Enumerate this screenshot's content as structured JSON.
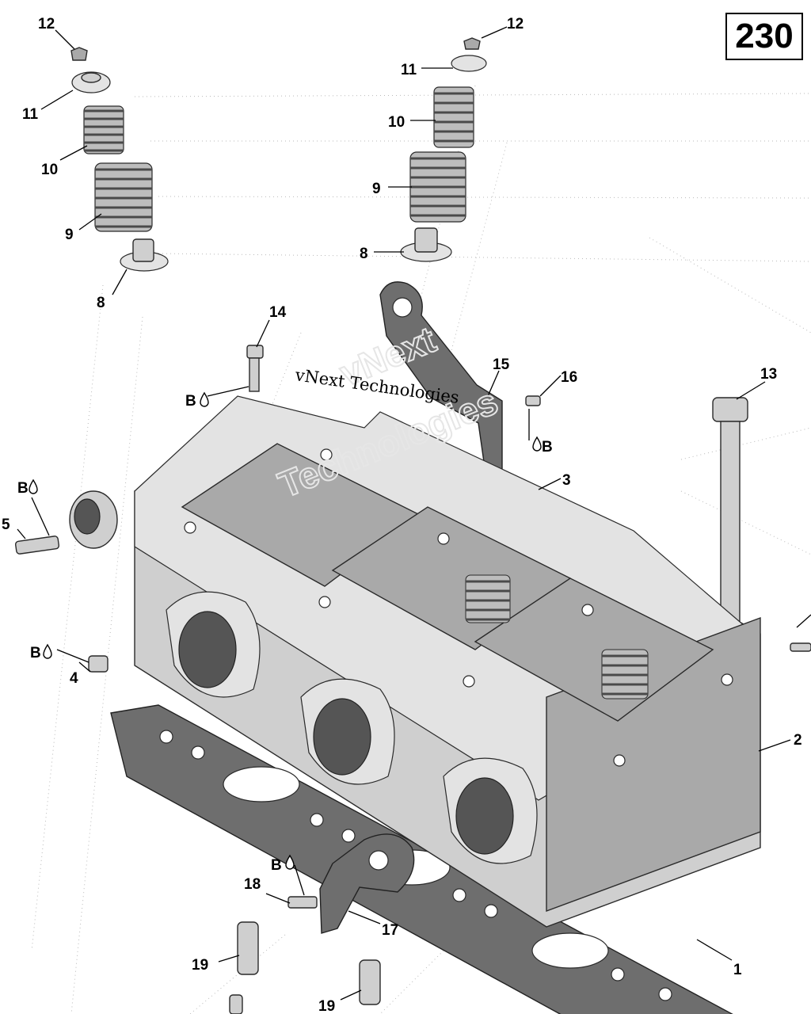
{
  "page_number": "230",
  "watermark": {
    "line1": "vNext Technologies",
    "line2a": "vNext",
    "line2b": "Technologies"
  },
  "callouts": [
    {
      "id": "c12a",
      "label": "12"
    },
    {
      "id": "c11a",
      "label": "11"
    },
    {
      "id": "c10a",
      "label": "10"
    },
    {
      "id": "c9a",
      "label": "9"
    },
    {
      "id": "c8a",
      "label": "8"
    },
    {
      "id": "c12b",
      "label": "12"
    },
    {
      "id": "c11b",
      "label": "11"
    },
    {
      "id": "c10b",
      "label": "10"
    },
    {
      "id": "c9b",
      "label": "9"
    },
    {
      "id": "c8b",
      "label": "8"
    },
    {
      "id": "c14",
      "label": "14"
    },
    {
      "id": "c15",
      "label": "15"
    },
    {
      "id": "c16",
      "label": "16"
    },
    {
      "id": "c13",
      "label": "13"
    },
    {
      "id": "c3",
      "label": "3"
    },
    {
      "id": "c5",
      "label": "5"
    },
    {
      "id": "c4",
      "label": "4"
    },
    {
      "id": "c2",
      "label": "2"
    },
    {
      "id": "c18",
      "label": "18"
    },
    {
      "id": "c17",
      "label": "17"
    },
    {
      "id": "c19a",
      "label": "19"
    },
    {
      "id": "c19b",
      "label": "19"
    },
    {
      "id": "c1",
      "label": "1"
    }
  ],
  "adhesive_marks": [
    {
      "id": "b14",
      "label": "B"
    },
    {
      "id": "b16",
      "label": "B"
    },
    {
      "id": "b5",
      "label": "B"
    },
    {
      "id": "b4",
      "label": "B"
    },
    {
      "id": "b18",
      "label": "B"
    }
  ]
}
